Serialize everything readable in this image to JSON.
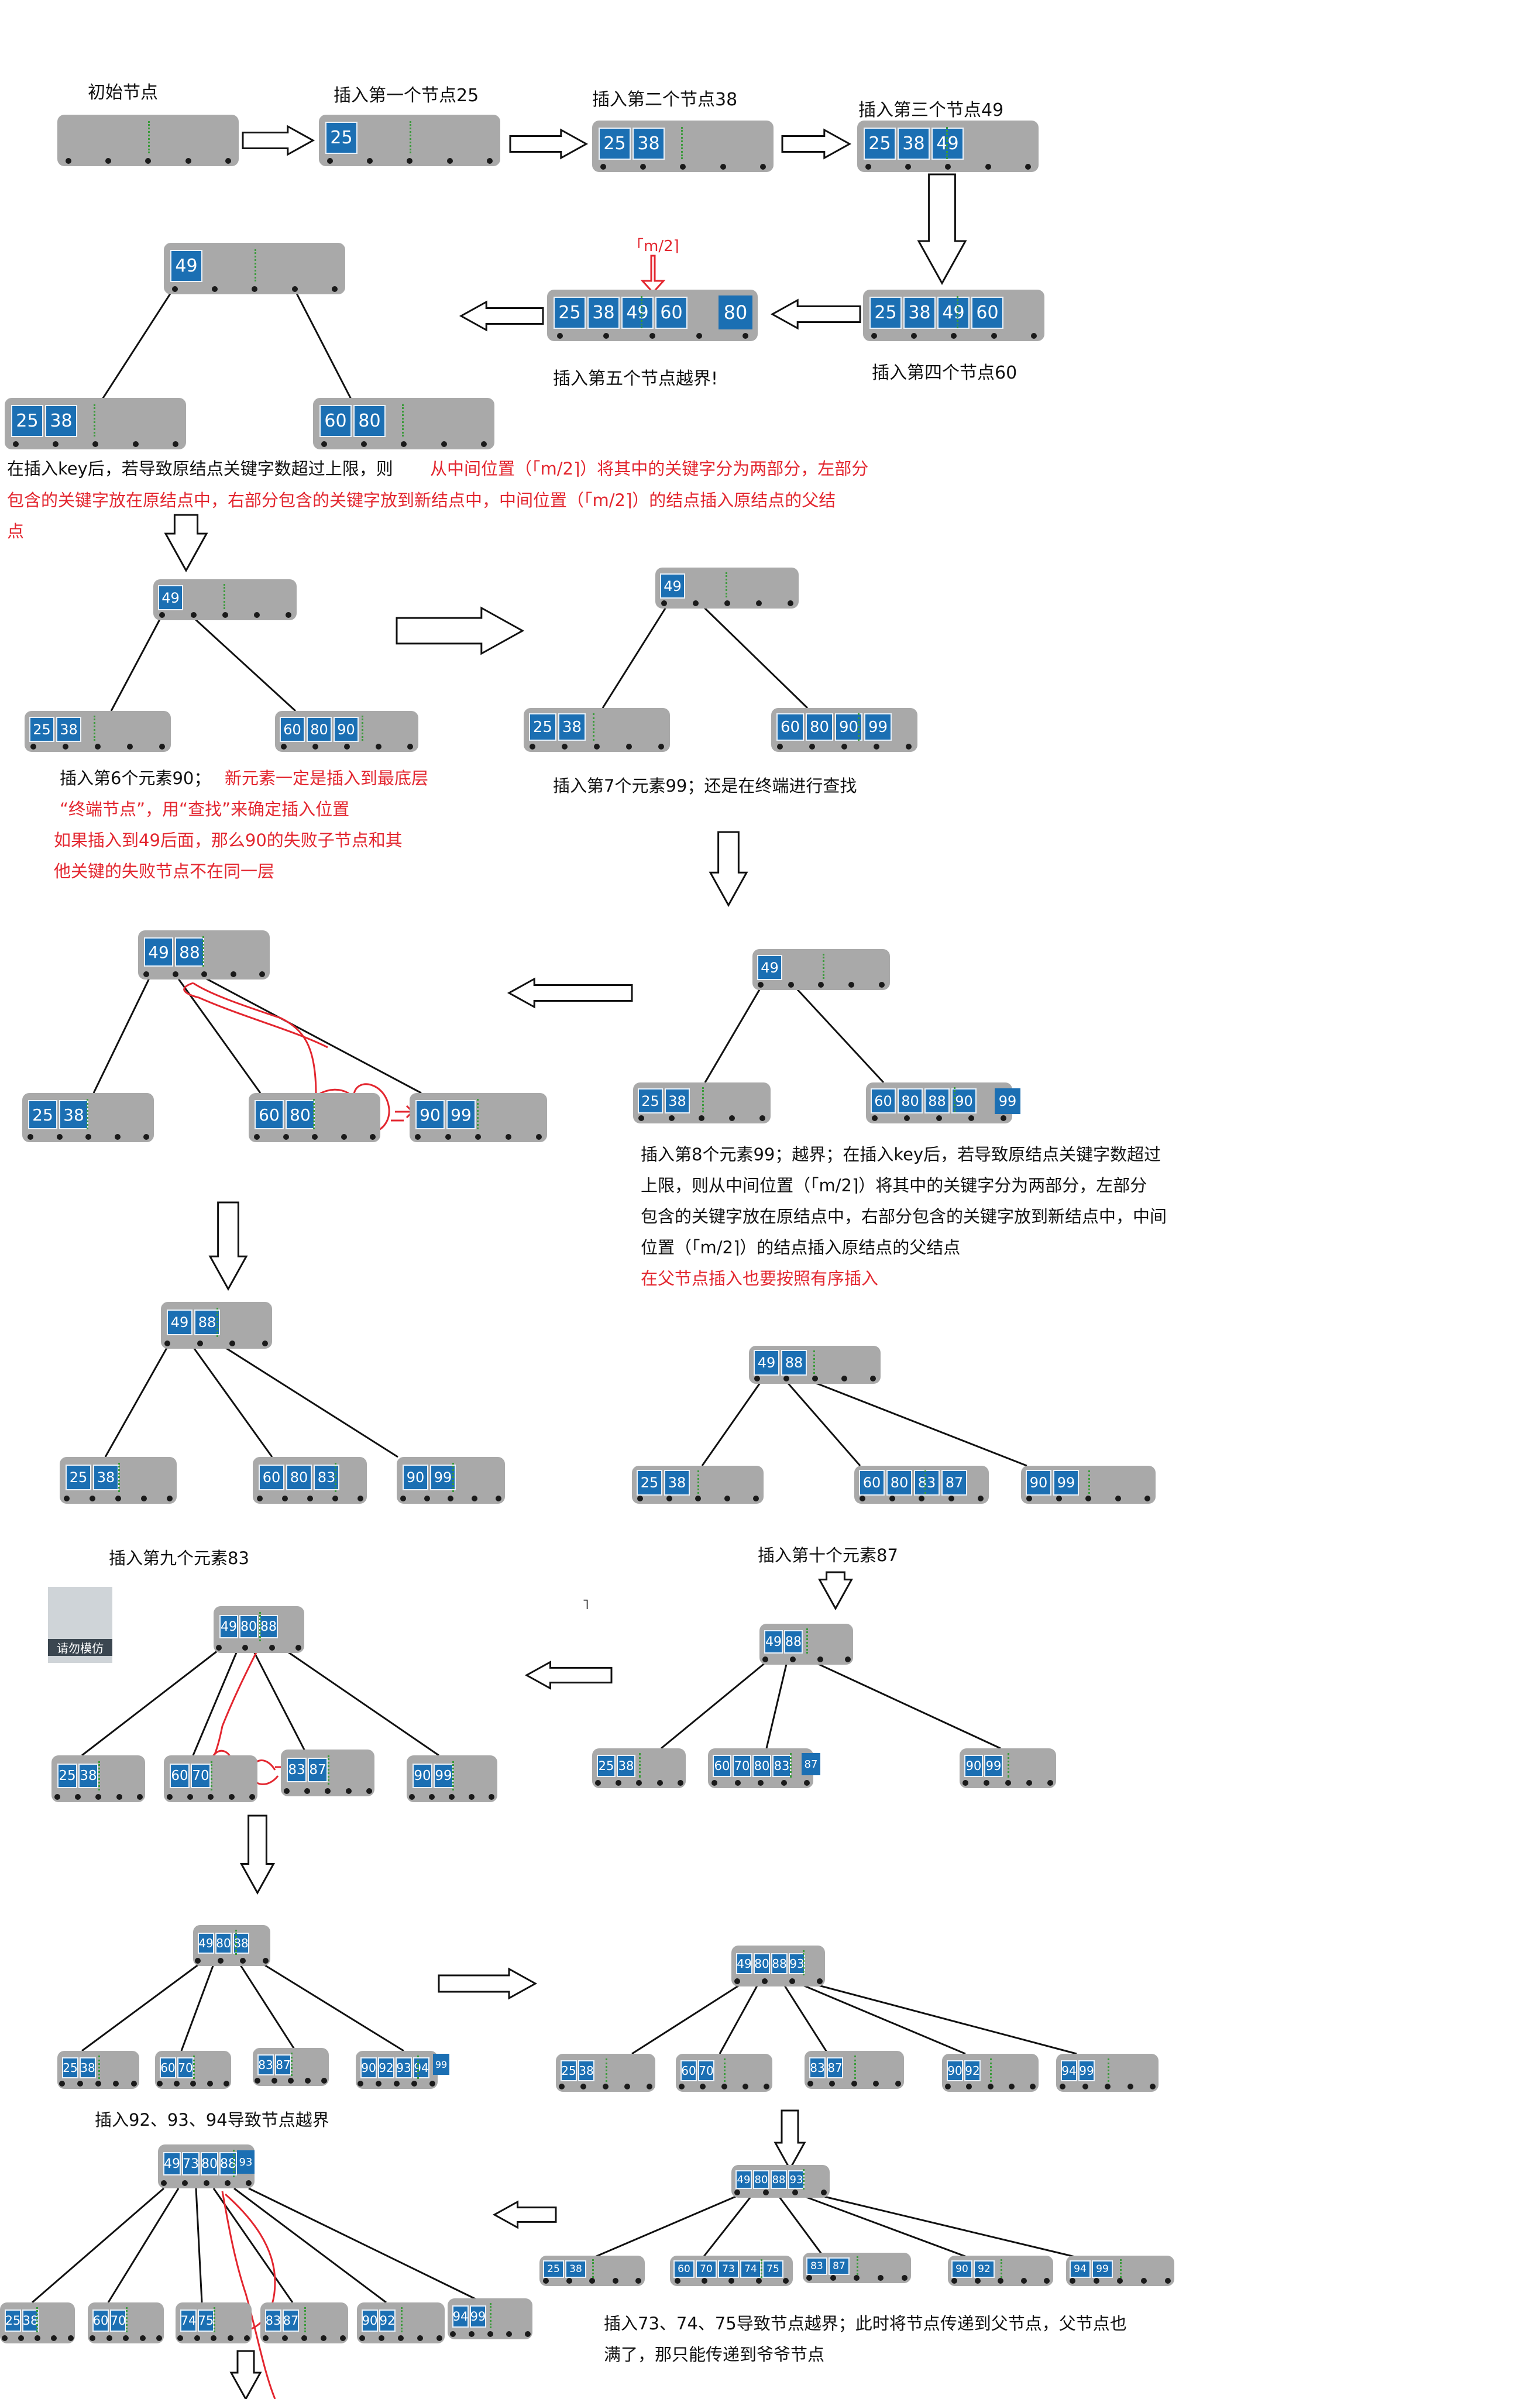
{
  "title": "节点内部有序",
  "labels": {
    "initial": "初始节点",
    "ins25": "插入第一个节点25",
    "ins38": "插入第二个节点38",
    "ins49": "插入第三个节点49",
    "ins60": "插入第四个节点60",
    "ins80": "插入第五个节点越界!",
    "mhalf": "「m/2⌉",
    "split_rule_black": "在插入key后，若导致原结点关键字数超过上限，则",
    "split_rule_red_1": "从中间位置（「m/2⌉）将其中的关键字分为两部分，左部分",
    "split_rule_red_2": "包含的关键字放在原结点中，右部分包含的关键字放到新结点中，中间位置（「m/2⌉）的结点插入原结点的父结",
    "split_rule_red_3": "点",
    "ins90_black": "插入第6个元素90；",
    "ins90_red_1": "新元素一定是插入到最底层",
    "ins90_red_2": "“终端节点”，用“查找”来确定插入位置",
    "ins90_red_3": "如果插入到49后面，那么90的失败子节点和其",
    "ins90_red_4": "他关键的失败节点不在同一层",
    "ins99": "插入第7个元素99；还是在终端进行查找",
    "ins88_1": "插入第8个元素99；越界；在插入key后，若导致原结点关键字数超过",
    "ins88_2": "上限，则从中间位置（「m/2⌉）将其中的关键字分为两部分，左部分",
    "ins88_3": "包含的关键字放在原结点中，右部分包含的关键字放到新结点中，中间",
    "ins88_4": "位置（「m/2⌉）的结点插入原结点的父结点",
    "ins88_red": "在父节点插入也要按照有序插入",
    "ins83": "插入第九个元素83",
    "ins87": "插入第十个元素87",
    "tick": "˥",
    "ins92": "插入92、93、94导致节点越界",
    "ins73_1": "插入73、74、75导致节点越界；此时将节点传递到父节点，父节点也",
    "ins73_2": "满了，那只能传递到爷爷节点",
    "thumb_caption": "请勿模仿"
  },
  "keys": [
    "25",
    "38",
    "49",
    "60",
    "80",
    "88",
    "90",
    "99",
    "83",
    "87",
    "70",
    "92",
    "93",
    "94",
    "73",
    "74",
    "75"
  ],
  "colors": {
    "node": "#a9a9a9",
    "key": "#1b6fb3",
    "pointer": "#1a1a1a",
    "separator": "#3a9a3a",
    "annotation": "#e3262f"
  }
}
